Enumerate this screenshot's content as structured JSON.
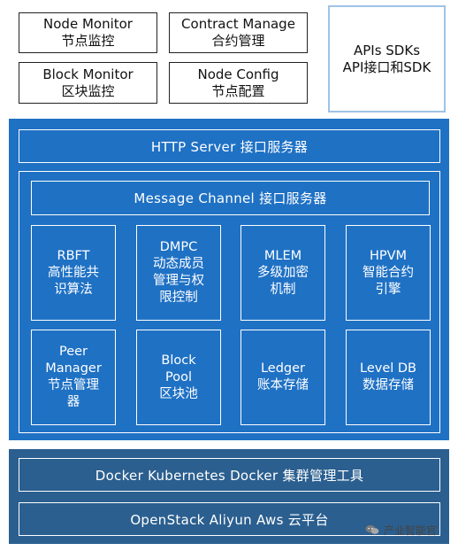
{
  "top_boxes": {
    "node_monitor": {
      "line1": "Node Monitor",
      "line2": "节点监控"
    },
    "contract_manage": {
      "line1": "Contract Manage",
      "line2": "合约管理"
    },
    "block_monitor": {
      "line1": "Block Monitor",
      "line2": "区块监控"
    },
    "node_config": {
      "line1": "Node Config",
      "line2": "节点配置"
    }
  },
  "apis": {
    "line1": "APIs SDKs",
    "line2": "API接口和SDK"
  },
  "http_server": "HTTP Server 接口服务器",
  "message_channel": "Message Channel 接口服务器",
  "modules_row1": [
    {
      "lines": [
        "RBFT",
        "高性能共",
        "识算法"
      ]
    },
    {
      "lines": [
        "DMPC",
        "动态成员",
        "管理与权",
        "限控制"
      ]
    },
    {
      "lines": [
        "MLEM",
        "多级加密",
        "机制"
      ]
    },
    {
      "lines": [
        "HPVM",
        "智能合约",
        "引擎"
      ]
    }
  ],
  "modules_row2": [
    {
      "lines": [
        "Peer",
        "Manager",
        "节点管理",
        "器"
      ]
    },
    {
      "lines": [
        "Block",
        "Pool",
        "区块池"
      ]
    },
    {
      "lines": [
        "Ledger",
        "账本存储"
      ]
    },
    {
      "lines": [
        "Level DB",
        "数据存储"
      ]
    }
  ],
  "docker": "Docker Kubernetes Docker 集群管理工具",
  "openstack": "OpenStack Aliyun Aws 云平台",
  "watermark": {
    "text": "产业智能官",
    "icon": "wechat-icon"
  },
  "colors": {
    "main_blue": "#1f71c4",
    "dark_blue": "#2b5f8f",
    "apis_border": "#9fc3e6"
  }
}
